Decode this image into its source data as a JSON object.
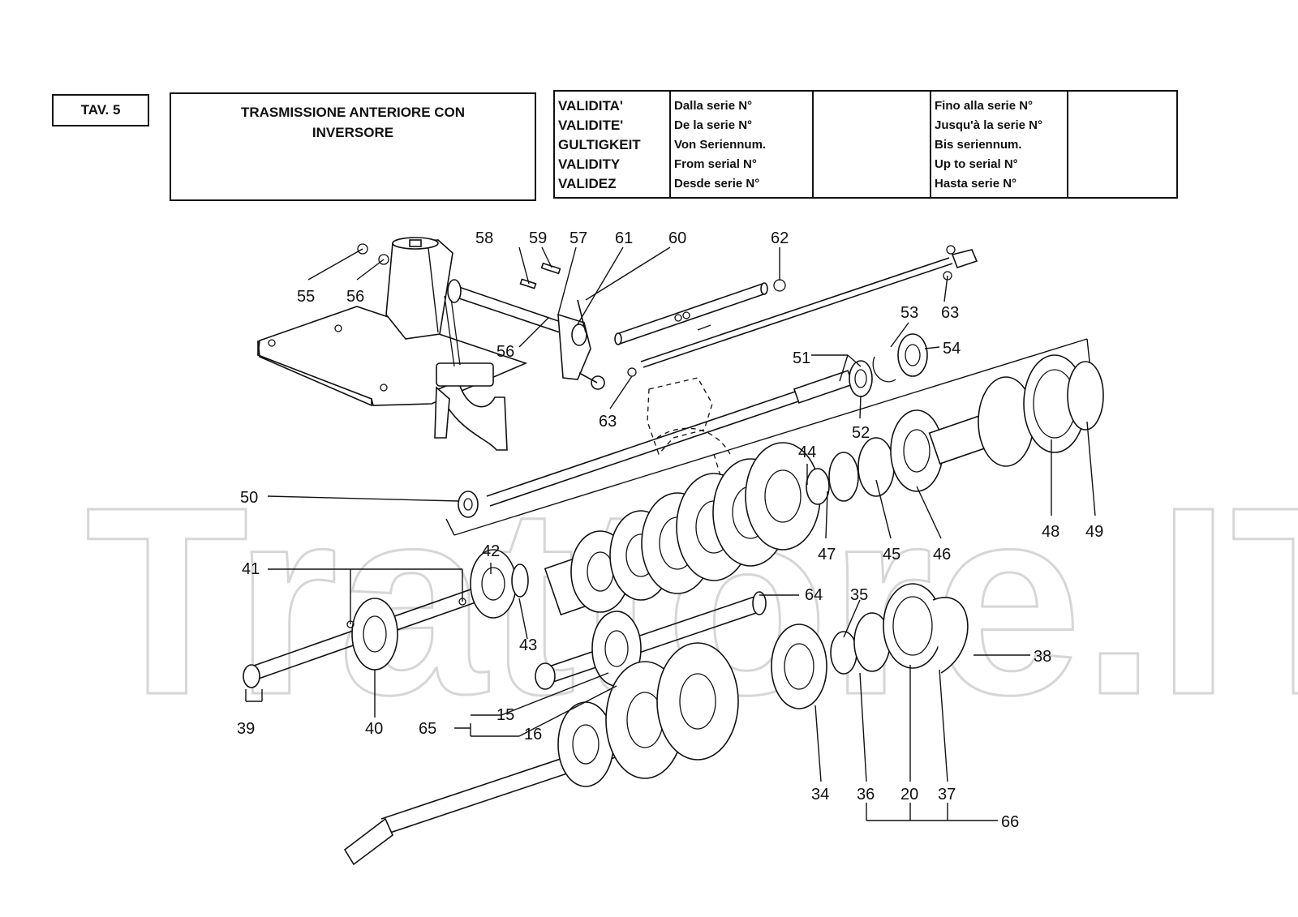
{
  "header": {
    "tav": "TAV. 5",
    "title_line1": "TRASMISSIONE ANTERIORE CON",
    "title_line2": "INVERSORE",
    "validity_labels": [
      "VALIDITA'",
      "VALIDITE'",
      "GULTIGKEIT",
      "VALIDITY",
      "VALIDEZ"
    ],
    "from_labels": [
      "Dalla serie N°",
      "De la serie N°",
      "Von Seriennum.",
      "From serial N°",
      "Desde serie N°"
    ],
    "to_labels": [
      "Fino alla serie N°",
      "Jusqu'à la serie N°",
      "Bis seriennum.",
      "Up to serial N°",
      "Hasta serie N°"
    ]
  },
  "watermark": "Trattore.IT",
  "callouts": {
    "c58": "58",
    "c59": "59",
    "c57": "57",
    "c61": "61",
    "c60": "60",
    "c62": "62",
    "c55": "55",
    "c56a": "56",
    "c56b": "56",
    "c53": "53",
    "c63a": "63",
    "c54": "54",
    "c51": "51",
    "c63b": "63",
    "c52": "52",
    "c44": "44",
    "c50": "50",
    "c48": "48",
    "c49": "49",
    "c47": "47",
    "c45": "45",
    "c46": "46",
    "c42": "42",
    "c41": "41",
    "c64": "64",
    "c35": "35",
    "c43": "43",
    "c38": "38",
    "c15": "15",
    "c65": "65",
    "c16": "16",
    "c39": "39",
    "c40": "40",
    "c34": "34",
    "c36": "36",
    "c20": "20",
    "c37": "37",
    "c66": "66"
  }
}
